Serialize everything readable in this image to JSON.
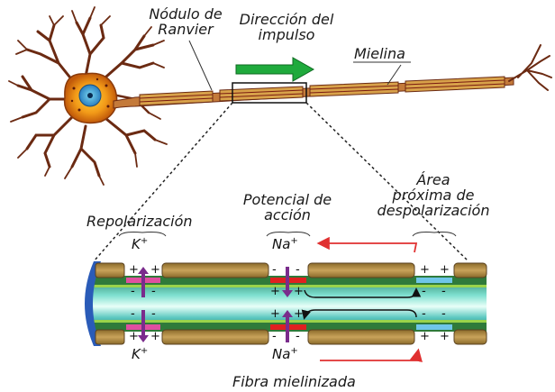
{
  "labels": {
    "nodulo_line1": "Nódulo de",
    "nodulo_line2": "Ranvier",
    "direccion_line1": "Dirección del",
    "direccion_line2": "impulso",
    "mielina": "Mielina",
    "potencial_line1": "Potencial de",
    "potencial_line2": "acción",
    "area_line1": "Área",
    "area_line2": "próxima de",
    "area_line3": "despolarización",
    "repolarizacion": "Repolarización",
    "fibra": "Fibra mielinizada"
  },
  "ions": {
    "k_top": "K",
    "k_bottom": "K",
    "na_top": "Na",
    "na_bottom": "Na",
    "charge": "+"
  },
  "colors": {
    "myelin": "#b8924a",
    "axon_core": "#2aa89a",
    "node_green": "#2f7a3a",
    "repol_node": "#e04fa0",
    "action_node": "#e02020",
    "depol_node": "#6fc6e8",
    "arrow_purple": "#7a2c8c",
    "arrow_red": "#e03030",
    "direction_arrow": "#1faa3c",
    "neuron_body": "#f0a020",
    "dendrite": "#6b2a12"
  }
}
